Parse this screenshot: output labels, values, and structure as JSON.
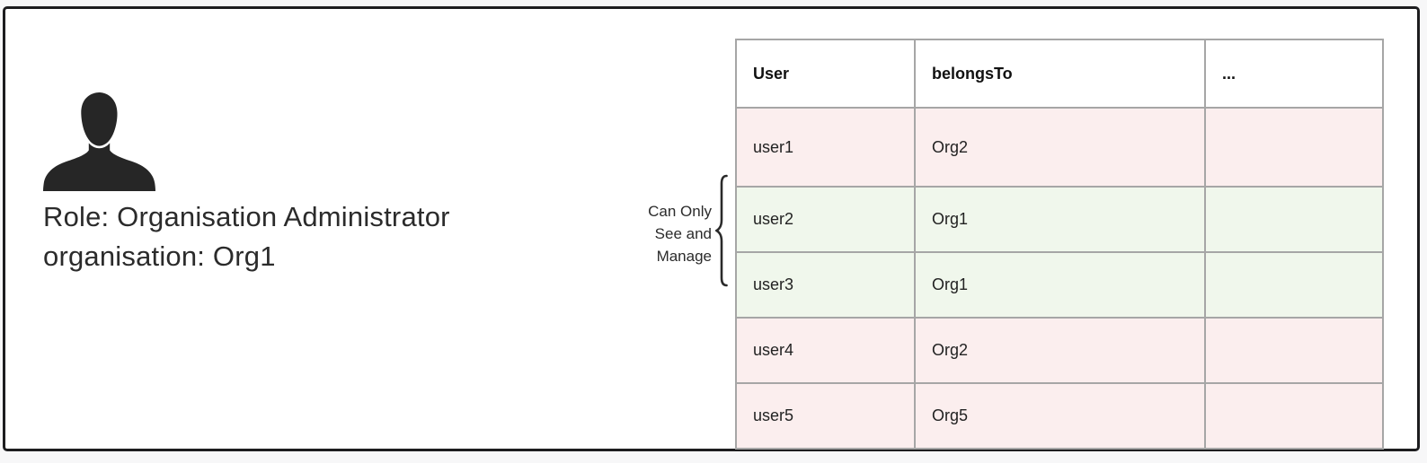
{
  "actor": {
    "role_line": "Role: Organisation Administrator",
    "org_line": "organisation: Org1",
    "icon": "person-silhouette-icon"
  },
  "annotation": {
    "lines": [
      "Can Only",
      "See and",
      "Manage"
    ],
    "brace_icon": "left-curly-brace-icon",
    "applies_to_rows": [
      "user2",
      "user3"
    ]
  },
  "table": {
    "columns": [
      "User",
      "belongsTo",
      "..."
    ],
    "rows": [
      {
        "user": "user1",
        "belongsTo": "Org2",
        "extra": "",
        "highlighted": false
      },
      {
        "user": "user2",
        "belongsTo": "Org1",
        "extra": "",
        "highlighted": true
      },
      {
        "user": "user3",
        "belongsTo": "Org1",
        "extra": "",
        "highlighted": true
      },
      {
        "user": "user4",
        "belongsTo": "Org2",
        "extra": "",
        "highlighted": false
      },
      {
        "user": "user5",
        "belongsTo": "Org5",
        "extra": "",
        "highlighted": false
      }
    ]
  },
  "colors": {
    "allowed_row": "#f0f7ec",
    "denied_row": "#fbeeee",
    "table_border": "#a6a6a6",
    "frame_border": "#1d1d1f",
    "icon": "#262626",
    "text": "#2b2b2b"
  }
}
